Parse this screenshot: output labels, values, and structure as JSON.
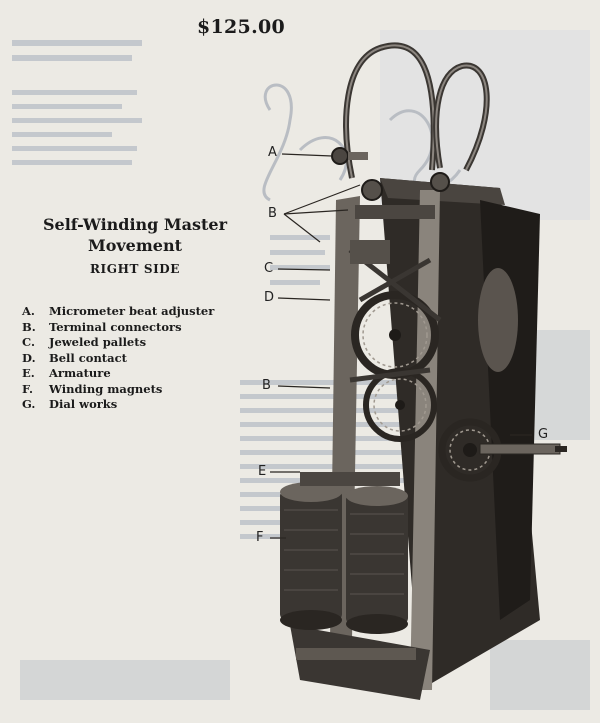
{
  "price": "$125.00",
  "caption": {
    "title_line1": "Self-Winding Master",
    "title_line2": "Movement",
    "subtitle": "RIGHT SIDE"
  },
  "legend": [
    {
      "key": "A.",
      "text": "Micrometer beat adjuster"
    },
    {
      "key": "B.",
      "text": "Terminal connectors"
    },
    {
      "key": "C.",
      "text": "Jeweled pallets"
    },
    {
      "key": "D.",
      "text": "Bell contact"
    },
    {
      "key": "E.",
      "text": "Armature"
    },
    {
      "key": "F.",
      "text": "Winding magnets"
    },
    {
      "key": "G.",
      "text": "Dial works"
    }
  ],
  "callouts": {
    "a": "A",
    "b_top": "B",
    "c": "C",
    "d": "D",
    "b_mid": "B",
    "e": "E",
    "f": "F",
    "g": "G"
  },
  "colors": {
    "paper": "#eceae4",
    "ink": "#1b1b1b",
    "bleed_through": "#a9b0b9",
    "metal_dark": "#2a2622",
    "metal_mid": "#5e5851",
    "coil": "#3a3632"
  }
}
